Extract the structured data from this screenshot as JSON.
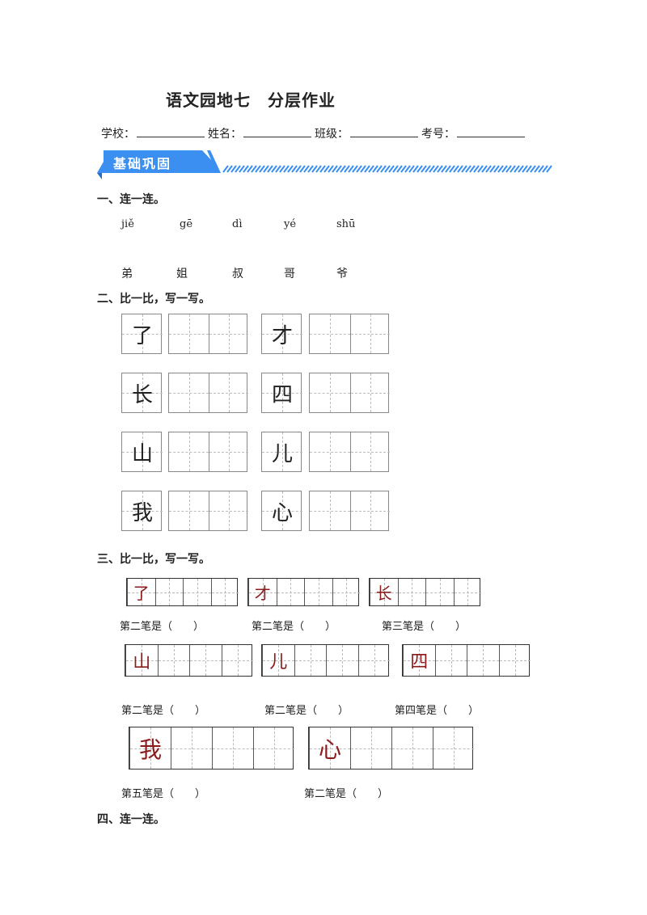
{
  "title": "语文园地七　分层作业",
  "info": {
    "school": "学校：",
    "name": "姓名：",
    "class": "班级：",
    "number": "考号："
  },
  "banner": {
    "label": "基础巩固",
    "color": "#3a8ff0"
  },
  "q1": {
    "heading": "一、连一连。",
    "pinyin": [
      "jiě",
      "gē",
      "dì",
      "yé",
      "shū"
    ],
    "chars": [
      "弟",
      "姐",
      "叔",
      "哥",
      "爷"
    ]
  },
  "q2": {
    "heading": "二、比一比，写一写。",
    "rows": [
      [
        "了",
        "才"
      ],
      [
        "长",
        "四"
      ],
      [
        "山",
        "儿"
      ],
      [
        "我",
        "心"
      ]
    ]
  },
  "q3": {
    "heading": "三、比一比，写一写。",
    "rows": [
      {
        "items": [
          {
            "char": "了",
            "label": "第二笔是（　　）"
          },
          {
            "char": "才",
            "label": "第二笔是（　　）"
          },
          {
            "char": "长",
            "label": "第三笔是（　　）"
          }
        ]
      },
      {
        "items": [
          {
            "char": "山",
            "label": "第二笔是（　　）"
          },
          {
            "char": "儿",
            "label": "第二笔是（　　）"
          },
          {
            "char": "四",
            "label": "第四笔是（　　）"
          }
        ]
      },
      {
        "items": [
          {
            "char": "我",
            "label": "第五笔是（　　）"
          },
          {
            "char": "心",
            "label": "第二笔是（　　）"
          }
        ]
      }
    ],
    "char_color": "#8b1a1a"
  },
  "q4": {
    "heading": "四、连一连。"
  }
}
